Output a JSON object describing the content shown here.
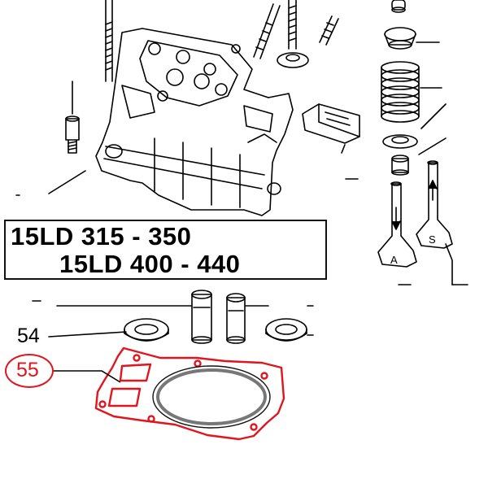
{
  "models": {
    "line1": "15LD 315 - 350",
    "line2": "15LD 400 - 440"
  },
  "callouts": {
    "ref_54": "54",
    "ref_55": "55"
  },
  "valve_marks": {
    "intake": "A",
    "exhaust": "S"
  },
  "colors": {
    "highlight": "#e0151e",
    "linework": "#000000"
  }
}
